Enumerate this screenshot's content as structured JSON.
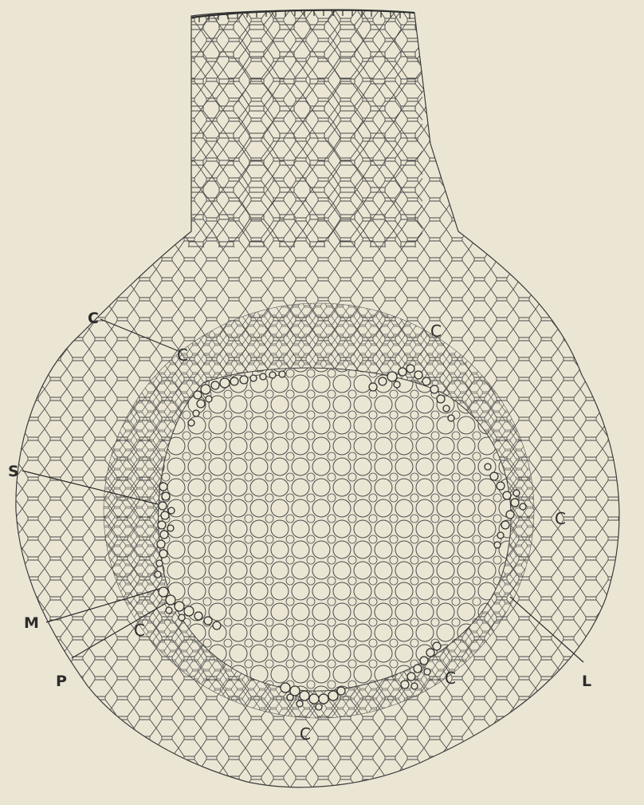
{
  "figure": {
    "background": "#ebe6d4",
    "ink": "#2b2b2b",
    "labels": {
      "c_label": "C",
      "s_label": "S",
      "m_label": "M",
      "p_label": "P",
      "l_label": "L"
    },
    "tissue_letters": {
      "c": "C"
    }
  }
}
